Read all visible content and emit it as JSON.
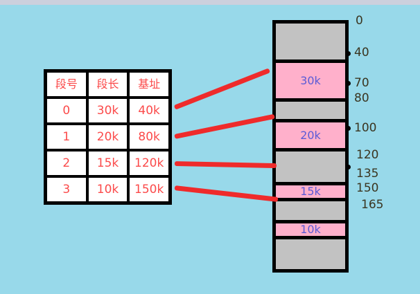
{
  "diagram": {
    "title": "segment-table-to-memory-mapping",
    "background_color": "#98d9ea",
    "topbar_color": "#ccd0dd"
  },
  "segment_table": {
    "name": "segment-table",
    "text_color": "#fb4a4a",
    "headers": [
      "段号",
      "段长",
      "基址"
    ],
    "rows": [
      {
        "seg_no": "0",
        "seg_len": "30k",
        "base": "40k"
      },
      {
        "seg_no": "1",
        "seg_len": "20k",
        "base": "80k"
      },
      {
        "seg_no": "2",
        "seg_len": "15k",
        "base": "120k"
      },
      {
        "seg_no": "3",
        "seg_len": "10k",
        "base": "150k"
      }
    ]
  },
  "memory": {
    "name": "memory-column",
    "free_color": "#c2c2c2",
    "used_color": "#ffb0cb",
    "label_color": "#5b5bd6",
    "blocks": [
      {
        "label": "",
        "type": "free",
        "start": "0",
        "end": "40",
        "size_units": 40
      },
      {
        "label": "30k",
        "type": "used",
        "start": "40",
        "end": "70",
        "size_units": 30
      },
      {
        "label": "",
        "type": "free",
        "start": "70",
        "end": "80",
        "size_units": 10
      },
      {
        "label": "20k",
        "type": "used",
        "start": "80",
        "end": "100",
        "size_units": 20
      },
      {
        "label": "",
        "type": "free",
        "start": "100",
        "end": "120",
        "size_units": 20
      },
      {
        "label": "15k",
        "type": "used",
        "start": "120",
        "end": "135",
        "size_units": 15
      },
      {
        "label": "",
        "type": "free",
        "start": "135",
        "end": "150",
        "size_units": 15
      },
      {
        "label": "10k",
        "type": "used",
        "start": "150",
        "end": "165",
        "size_units": 15
      },
      {
        "label": "",
        "type": "free",
        "start": "165",
        "end": "",
        "size_units": 58
      }
    ],
    "tick_labels": [
      "0",
      "40",
      "70",
      "80",
      "100",
      "120",
      "135",
      "150",
      "165"
    ],
    "tick_label_color": "#3a3520"
  },
  "arrows": {
    "name": "mapping-arrows",
    "color": "#ef2b2b",
    "items": [
      {
        "from_row": "0",
        "to_block": "30k"
      },
      {
        "from_row": "1",
        "to_block": "20k"
      },
      {
        "from_row": "2",
        "to_block": "15k"
      },
      {
        "from_row": "3",
        "to_block": "10k"
      }
    ]
  }
}
